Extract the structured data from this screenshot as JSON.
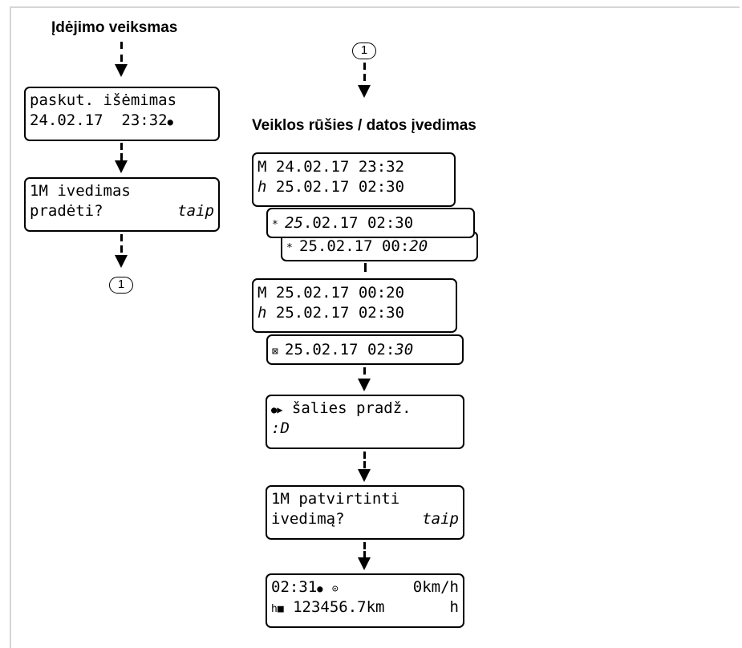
{
  "left": {
    "title": "Įdėjimo veiksmas",
    "box1": {
      "line1": "paskut. išėmimas",
      "line2": "24.02.17  23:32"
    },
    "box2": {
      "line1": "1M ivedimas",
      "line2_left": "pradėti?",
      "line2_right": "taip"
    },
    "marker": "1"
  },
  "right": {
    "marker": "1",
    "title": "Veiklos rūšies / datos įvedimas",
    "stack1": {
      "a": {
        "sym": "M",
        "text": "24.02.17 23:32"
      },
      "b": {
        "sym": "h",
        "text": "25.02.17 02:30"
      },
      "c": {
        "sym": "*",
        "date_it": "25",
        "text": ".02.17 02:30"
      },
      "d": {
        "sym": "*",
        "text": "25.02.17 00:",
        "min_it": "20"
      }
    },
    "stack2": {
      "a": {
        "sym": "M",
        "text": "25.02.17 00:20"
      },
      "b": {
        "sym": "h",
        "text": "25.02.17 02:30"
      },
      "c": {
        "sym": "⊠",
        "text": "25.02.17 02:",
        "min_it": "30"
      }
    },
    "country": {
      "line1": "šalies pradž.",
      "line2": ":D"
    },
    "confirm": {
      "line1": "1M patvirtinti",
      "line2_left": "ivedimą?",
      "line2_right": "taip"
    },
    "standard": {
      "line1_left": "02:31",
      "line1_right": "0km/h",
      "line2_left": "123456.7km",
      "line2_right": "h"
    }
  }
}
